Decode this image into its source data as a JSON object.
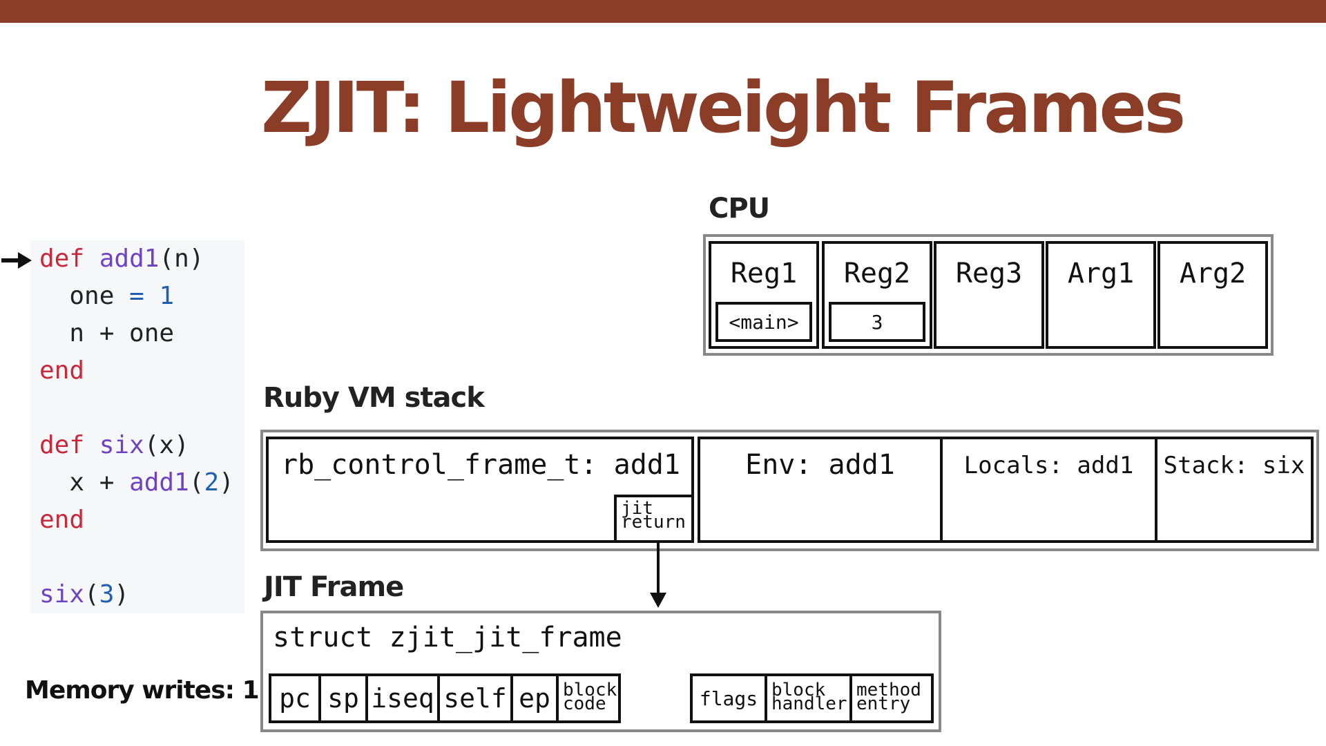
{
  "title": "ZJIT: Lightweight Frames",
  "code": {
    "line1": {
      "kw": "def",
      "fn": "add1",
      "rest": "(n)"
    },
    "line2": {
      "ident": "one",
      "op": "=",
      "num": "1"
    },
    "line3": {
      "text": "n + one"
    },
    "line4": {
      "kw": "end"
    },
    "line6": {
      "kw": "def",
      "fn": "six",
      "rest": "(x)"
    },
    "line7": {
      "pre": "x + ",
      "fn": "add1",
      "open": "(",
      "num": "2",
      "close": ")"
    },
    "line8": {
      "kw": "end"
    },
    "line10": {
      "fn": "six",
      "open": "(",
      "num": "3",
      "close": ")"
    }
  },
  "memory_writes": "Memory writes: 1",
  "cpu": {
    "heading": "CPU",
    "cells": [
      {
        "label": "Reg1",
        "value": "<main>"
      },
      {
        "label": "Reg2",
        "value": "3"
      },
      {
        "label": "Reg3",
        "value": ""
      },
      {
        "label": "Arg1",
        "value": ""
      },
      {
        "label": "Arg2",
        "value": ""
      }
    ]
  },
  "vm_stack": {
    "heading": "Ruby VM stack",
    "control_frame": "rb_control_frame_t: add1",
    "jit_return": "jit\nreturn",
    "env": "Env: add1",
    "locals": "Locals: add1",
    "stack": "Stack: six"
  },
  "jit_frame": {
    "heading": "JIT Frame",
    "struct_name": "struct zjit_jit_frame",
    "fields_left": [
      "pc",
      "sp",
      "iseq",
      "self",
      "ep",
      "block\ncode"
    ],
    "fields_right": [
      "flags",
      "block\nhandler",
      "method\nentry"
    ]
  },
  "colors": {
    "accent": "#8b3d28",
    "keyword": "#c8283a",
    "function": "#6f42c1",
    "number": "#1f5fb0"
  }
}
